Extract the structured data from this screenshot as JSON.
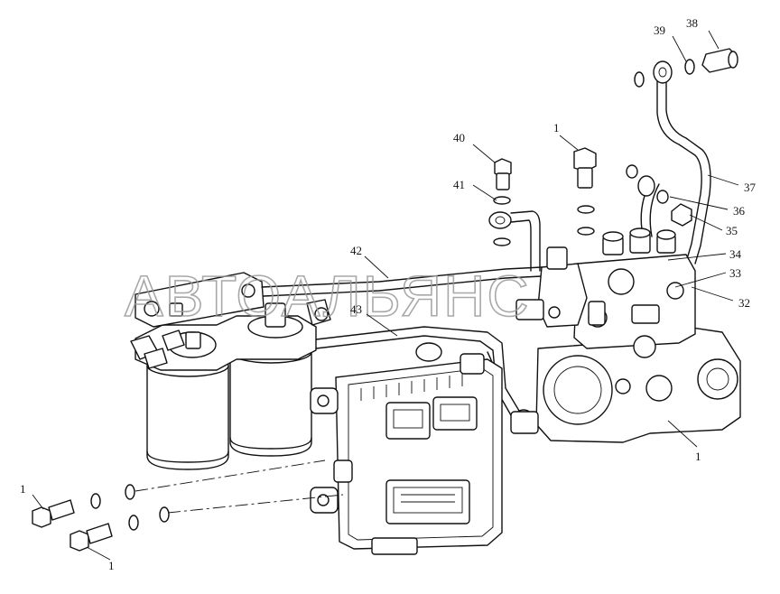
{
  "watermark": "АВТОАЛЬЯНС",
  "callouts": {
    "c1_top": "1",
    "c1_right": "1",
    "c1_left_top": "1",
    "c1_left_bottom": "1",
    "c32": "32",
    "c33": "33",
    "c34": "34",
    "c35": "35",
    "c36": "36",
    "c37": "37",
    "c38": "38",
    "c39": "39",
    "c40": "40",
    "c41": "41",
    "c42": "42",
    "c43": "43"
  }
}
